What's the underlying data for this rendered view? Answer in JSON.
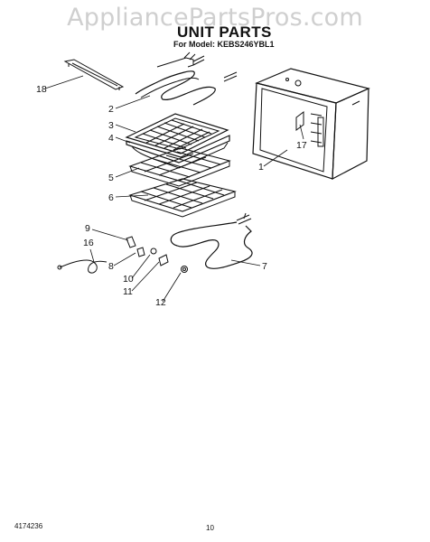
{
  "watermark": "AppliancePartsPros.com",
  "header": {
    "title": "UNIT PARTS",
    "model_line": "For Model: KEBS246YBL1"
  },
  "footer": {
    "doc_number": "4174236",
    "page_number": "10"
  },
  "callouts": [
    "1",
    "2",
    "3",
    "4",
    "5",
    "6",
    "7",
    "8",
    "9",
    "10",
    "11",
    "12",
    "16",
    "17",
    "18"
  ]
}
